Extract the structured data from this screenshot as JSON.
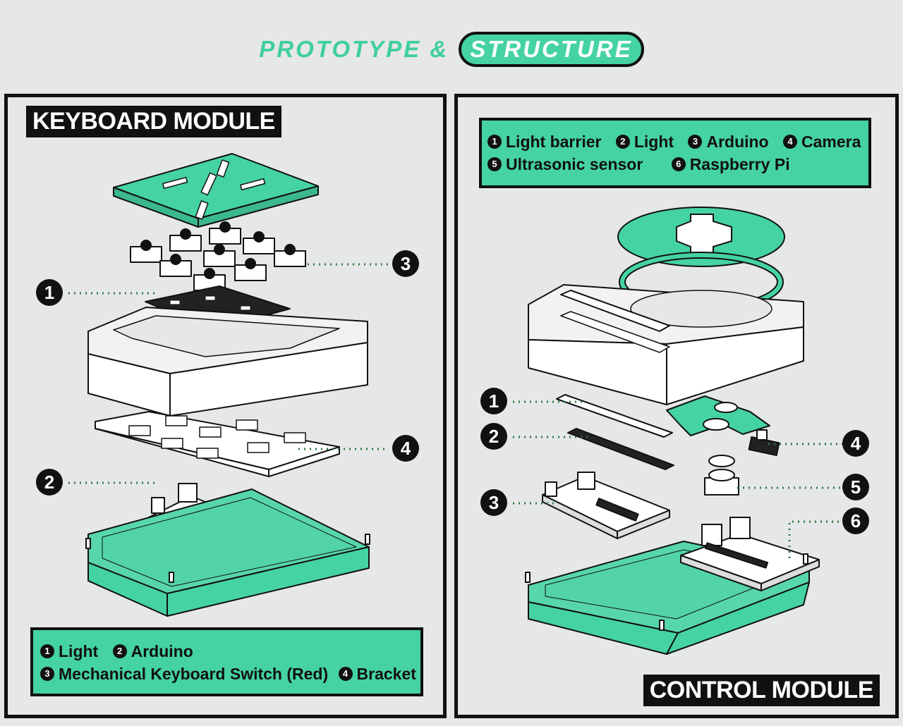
{
  "header": {
    "lead": "PROTOTYPE &",
    "highlight": "STRUCTURE"
  },
  "keyboard_module": {
    "title": "KEYBOARD MODULE",
    "legend": [
      {
        "num": "1",
        "label": "Light"
      },
      {
        "num": "2",
        "label": "Arduino"
      },
      {
        "num": "3",
        "label": "Mechanical Keyboard Switch (Red)"
      },
      {
        "num": "4",
        "label": "Bracket"
      }
    ],
    "callouts": [
      "1",
      "2",
      "3",
      "4"
    ]
  },
  "control_module": {
    "title": "CONTROL MODULE",
    "legend": [
      {
        "num": "1",
        "label": "Light barrier"
      },
      {
        "num": "2",
        "label": "Light"
      },
      {
        "num": "3",
        "label": "Arduino"
      },
      {
        "num": "4",
        "label": "Camera"
      },
      {
        "num": "5",
        "label": "Ultrasonic sensor"
      },
      {
        "num": "6",
        "label": "Raspberry Pi"
      }
    ],
    "callouts": [
      "1",
      "2",
      "3",
      "4",
      "5",
      "6"
    ]
  },
  "colors": {
    "accent": "#45d3a3",
    "ink": "#111111",
    "background": "#e6e7e8",
    "leader": "#2f7a46"
  }
}
